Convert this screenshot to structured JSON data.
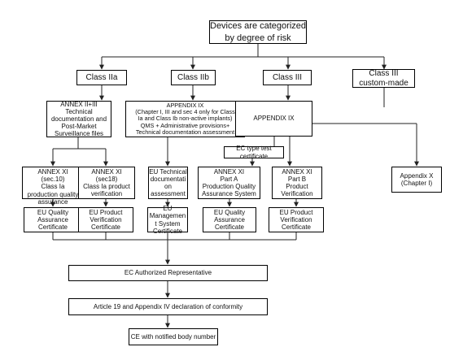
{
  "nodes": {
    "root": "Devices are categorized\nby degree of risk",
    "class_2a": "Class IIa",
    "class_2b": "Class IIb",
    "class_3": "Class III",
    "class_3_custom": "Class III\ncustom-made",
    "annex_2_3": "ANNEX II+III\nTechnical\ndocumentation and\nPost-Market\nSurveillance files",
    "appendix_9_main": "APPENDIX IX\n(Chapter I, III and sec 4 only for Class\nIa and Class Ib non-active implants)\nQMS + Administrative provisions+\nTechnical documentation assessment",
    "appendix_9": "APPENDIX IX",
    "ec_type_test": "EC type test\ncertificate",
    "annex_11_sec10": "ANNEX XI\n(sec.10)\nClass Ia\nproduction quality\nassurance",
    "annex_11_sec18": "ANNEX XI\n(sec18)\nClass Ia product\nverification",
    "eu_tech_doc": "EU Technical\ndocumentati\non\nassessment",
    "annex_11_part_a": "ANNEX XI\nPart A\nProduction Quality\nAssurance System",
    "annex_11_part_b": "ANNEX XI\nPart B\nProduct\nVerification",
    "appendix_x": "Appendix X\n(Chapter I)",
    "eu_qa_cert_1": "EU Quality\nAssurance\nCertificate",
    "eu_pv_cert_1": "EU Product\nVerification\nCertificate",
    "eu_mgmt_cert": "EU\nManagemen\nt System\nCertificate",
    "eu_qa_cert_2": "EU Quality\nAssurance\nCertificate",
    "eu_pv_cert_2": "EU Product\nVerification\nCertificate",
    "ec_rep": "EC Authorized Representative",
    "article_19": "Article 19 and Appendix IV declaration of conformity",
    "ce_mark": "CE with notified body number"
  }
}
